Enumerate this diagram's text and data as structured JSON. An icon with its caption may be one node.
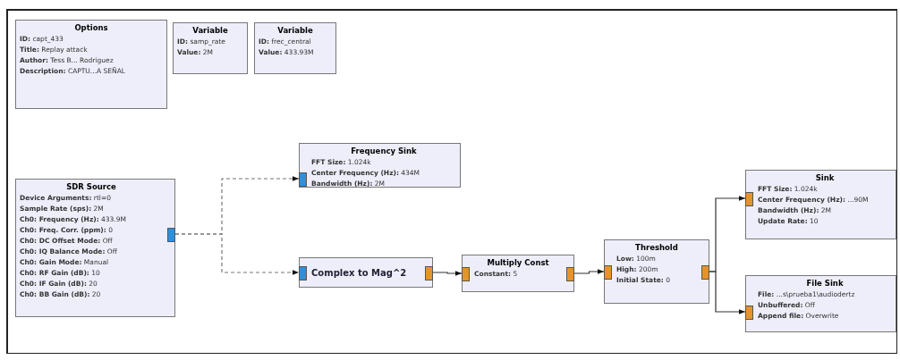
{
  "diagram": {
    "nodes": [
      {
        "text": [
          "Options",
          "**ID:** capt_433",
          "**Title:** Replay attack",
          "**Author:** Tess B... Rodriguez",
          "**Description:** CAPTU...A SEÑAL"
        ]
      },
      {
        "text": [
          "Variable",
          "**ID:** samp_rate",
          "**Value:** 2M"
        ]
      },
      {
        "text": [
          "Variable",
          "**ID:** frec_central",
          "**Value:** 433.93M"
        ]
      },
      {
        "text": [
          "SDR Source",
          "**Device Arguments:** rtl=0",
          "**Sample Rate (sps):** 2M",
          "**Ch0: Frequency (Hz):** 433.9M",
          "**Ch0: Freq. Corr. (ppm):** 0",
          "**Ch0: DC Offset Mode:** Off",
          "**Ch0: IQ Balance Mode:** Off",
          "**Ch0: Gain Mode:** Manual",
          "**Ch0: RF Gain (dB):** 10",
          "**Ch0: IF Gain (dB):** 20",
          "**Ch0: BB Gain (dB):** 20"
        ]
      },
      {
        "text": [
          "Frequency Sink",
          "**FFT Size:** 1.024k",
          "**Center Frequency (Hz):** 434M",
          "**Bandwidth (Hz):** 2M"
        ]
      },
      {
        "text": [
          "Complex to Mag^2"
        ]
      },
      {
        "text": [
          "Multiply Const",
          "**Constant:** 5"
        ]
      },
      {
        "text": [
          "Threshold",
          "**Low:** 100m",
          "**High:** 200m",
          "**Initial State:** 0"
        ]
      },
      {
        "text": [
          "Sink",
          "**FFT Size:** 1.024k",
          "**Center Frequency (Hz):** ...90M",
          "**Bandwidth (Hz):** 2M",
          "**Update Rate:** 10"
        ]
      },
      {
        "text": [
          "File Sink",
          "**File:** ...s\\prueba1\\audiodertz",
          "**Unbuffered:** Off",
          "**Append file:** Overwrite"
        ]
      }
    ],
    "edges": [
      {
        "from": 3,
        "to": 4,
        "arrow": "to",
        "style": "dashed"
      },
      {
        "from": 3,
        "to": 5,
        "arrow": "to",
        "style": "dashed"
      },
      {
        "from": 5,
        "to": 6,
        "arrow": "to"
      },
      {
        "from": 6,
        "to": 7,
        "arrow": "to"
      },
      {
        "from": 7,
        "to": 8,
        "arrow": "to"
      },
      {
        "from": 7,
        "to": 9,
        "arrow": "to"
      }
    ]
  }
}
